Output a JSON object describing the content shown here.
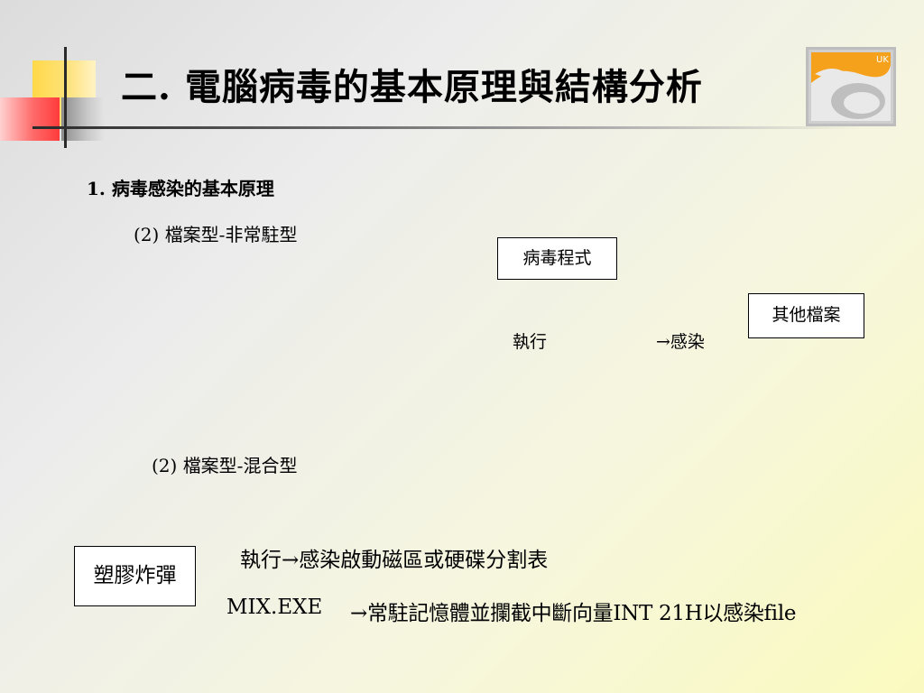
{
  "slide": {
    "title": "二. 電腦病毒的基本原理與結構分析",
    "logo_text": "UK",
    "section_heading": "1. 病毒感染的基本原理",
    "subsection_1": "(2) 檔案型-非常駐型",
    "subsection_2": "(2) 檔案型-混合型",
    "diagram_1": {
      "virus_box": "病毒程式",
      "other_files_box": "其他檔案",
      "execute_label": "執行",
      "infect_label": "→感染"
    },
    "diagram_2": {
      "bomb_box": "塑膠炸彈",
      "line_1": "執行→感染啟動磁區或硬碟分割表",
      "filename": "MIX.EXE",
      "line_2": "→常駐記憶體並攔截中斷向量INT 21H以感染file"
    }
  },
  "colors": {
    "deco_yellow": "#ffd94a",
    "deco_red": "#ff3b3b",
    "deco_gray": "#8c8c8c",
    "logo_orange": "#f5a11c"
  }
}
